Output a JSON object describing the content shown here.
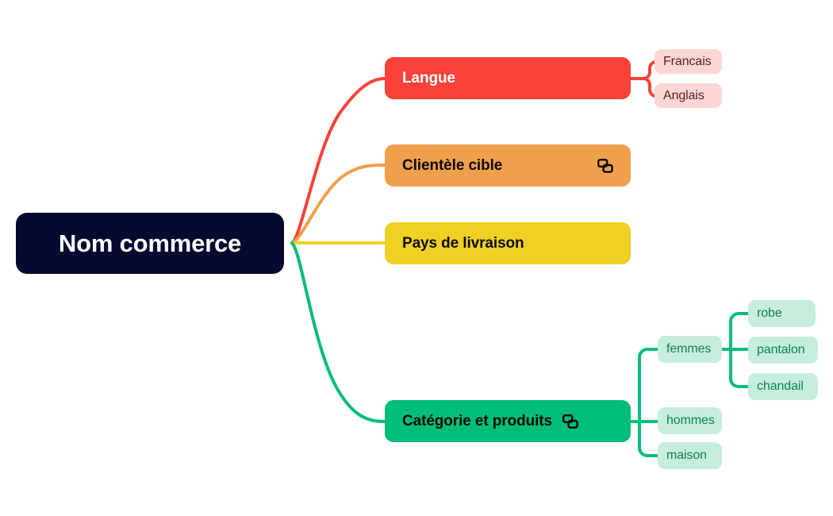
{
  "diagram": {
    "type": "mind-map",
    "background": "#ffffff",
    "root": {
      "label": "Nom commerce",
      "color": "#060a2e",
      "text_color": "#ffffff"
    },
    "branches": [
      {
        "id": "langue",
        "label": "Langue",
        "color": "#f8423a",
        "text_color": "#ffffff",
        "has_icon": false,
        "children": [
          {
            "label": "Francais",
            "color": "#fbd6d3",
            "text_color": "#5c2220"
          },
          {
            "label": "Anglais",
            "color": "#fbd6d3",
            "text_color": "#5c2220"
          }
        ]
      },
      {
        "id": "clientele",
        "label": "Clientèle cible",
        "color": "#f0a04b",
        "text_color": "#0a0a0a",
        "has_icon": true,
        "icon": "copy-icon",
        "children": []
      },
      {
        "id": "pays",
        "label": "Pays de livraison",
        "color": "#efd023",
        "text_color": "#0a0a0a",
        "has_icon": false,
        "children": []
      },
      {
        "id": "categorie",
        "label": "Catégorie et produits",
        "color": "#00be78",
        "text_color": "#0a0a0a",
        "has_icon": true,
        "icon": "copy-icon",
        "children": [
          {
            "label": "femmes",
            "color": "#c7eedd",
            "text_color": "#10805a",
            "children": [
              {
                "label": "robe",
                "color": "#c7eedd",
                "text_color": "#10805a"
              },
              {
                "label": "pantalon",
                "color": "#c7eedd",
                "text_color": "#10805a"
              },
              {
                "label": "chandail",
                "color": "#c7eedd",
                "text_color": "#10805a"
              }
            ]
          },
          {
            "label": "hommes",
            "color": "#c7eedd",
            "text_color": "#10805a",
            "children": []
          },
          {
            "label": "maison",
            "color": "#c7eedd",
            "text_color": "#10805a",
            "children": []
          }
        ]
      }
    ],
    "connector_colors": {
      "langue": "#f8423a",
      "clientele": "#f0a04b",
      "pays": "#efd023",
      "categorie": "#00be78"
    }
  }
}
